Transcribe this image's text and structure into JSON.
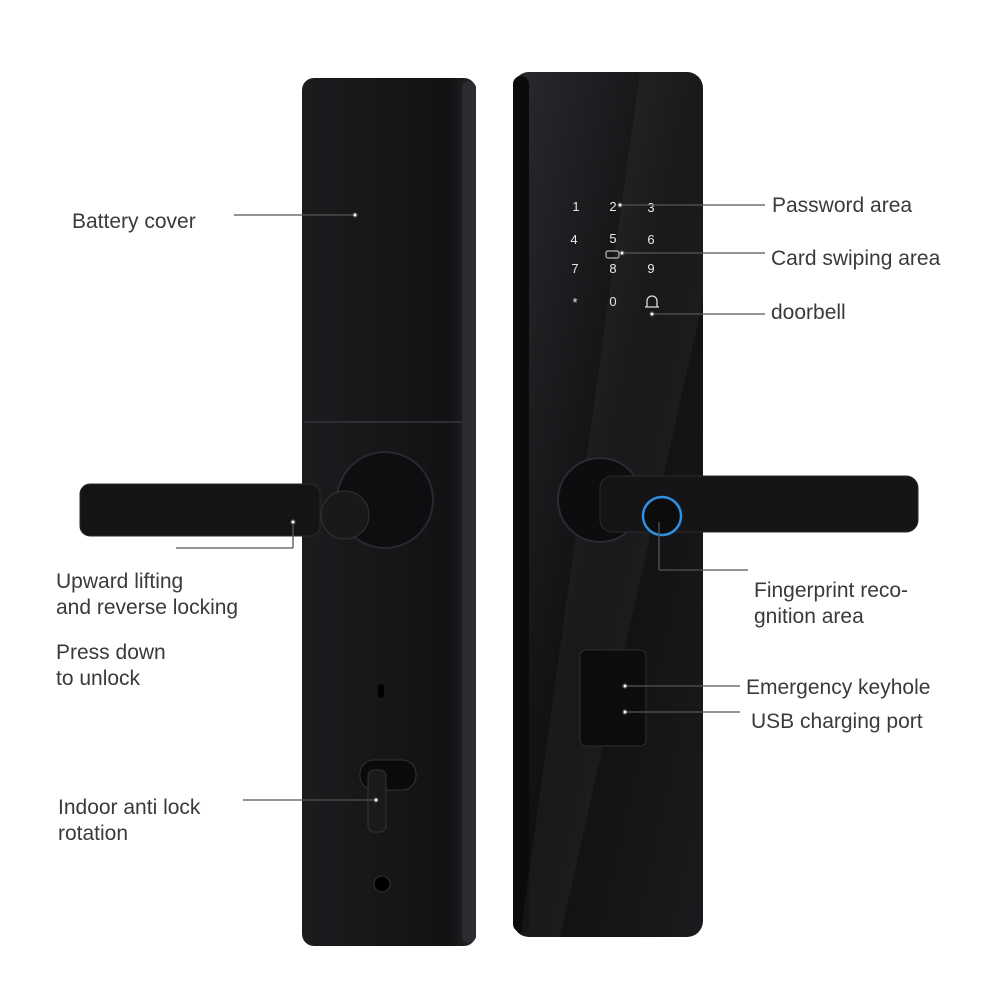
{
  "labels": {
    "battery_cover": "Battery cover",
    "upward_1": "Upward lifting",
    "upward_2": "and reverse locking",
    "press_1": "Press down",
    "press_2": "to unlock",
    "indoor_1": "Indoor anti lock",
    "indoor_2": "rotation",
    "password": "Password area",
    "card": "Card swiping area",
    "doorbell": "doorbell",
    "fingerprint_1": "Fingerprint reco-",
    "fingerprint_2": "gnition area",
    "emergency": "Emergency keyhole",
    "usb": "USB charging port"
  },
  "keypad": {
    "keys": [
      "1",
      "2",
      "3",
      "4",
      "5",
      "6",
      "7",
      "8",
      "9",
      "*",
      "0"
    ]
  },
  "colors": {
    "body": "#151517",
    "label": "#3a3a3a",
    "fingerprint_ring": "#2f8fe0"
  }
}
